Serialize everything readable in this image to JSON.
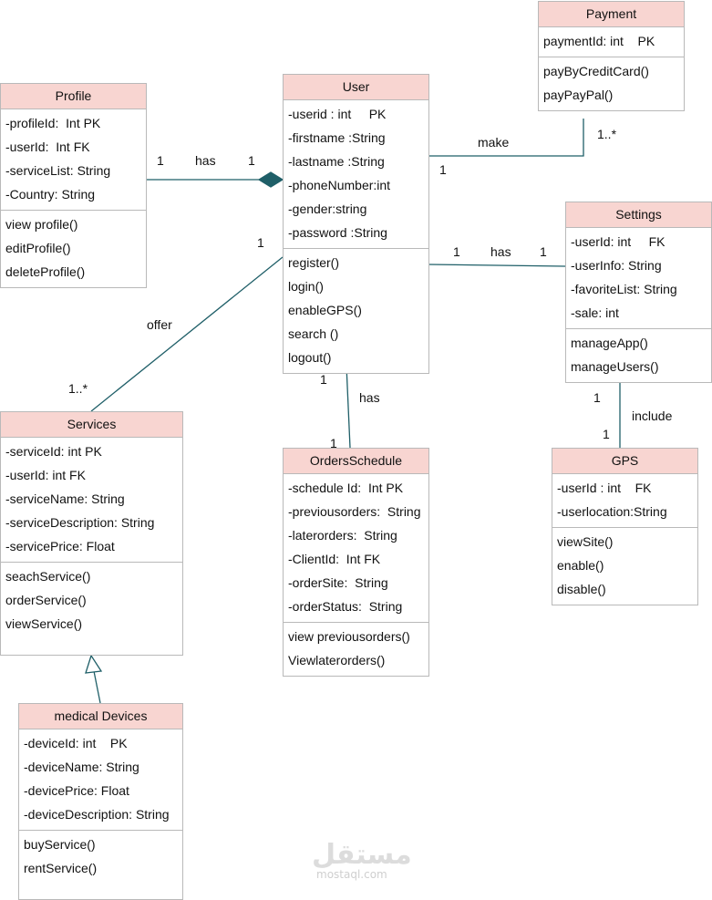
{
  "classes": {
    "user": {
      "name": "User",
      "attributes": [
        "-userid : int     PK",
        "-firstname :String",
        "-lastname :String",
        "-phoneNumber:int",
        "-gender:string",
        "-password :String"
      ],
      "methods": [
        "register()",
        "login()",
        "enableGPS()",
        "search ()",
        "logout()"
      ]
    },
    "profile": {
      "name": "Profile",
      "attributes": [
        "-profileId:  Int PK",
        "-userId:  Int FK",
        "-serviceList: String",
        "-Country: String"
      ],
      "methods": [
        "view profile()",
        "editProfile()",
        "deleteProfile()"
      ]
    },
    "payment": {
      "name": "Payment",
      "attributes": [
        "paymentId: int    PK"
      ],
      "methods": [
        "payByCreditCard()",
        "payPayPal()"
      ]
    },
    "settings": {
      "name": "Settings",
      "attributes": [
        "-userId: int     FK",
        "-userInfo: String",
        "-favoriteList: String",
        "-sale: int"
      ],
      "methods": [
        "manageApp()",
        "manageUsers()"
      ]
    },
    "services": {
      "name": "Services",
      "attributes": [
        "-serviceId: int PK",
        "-userId: int FK",
        "-serviceName: String",
        "-serviceDescription: String",
        "-servicePrice: Float"
      ],
      "methods": [
        "seachService()",
        "orderService()",
        "viewService()"
      ]
    },
    "orders": {
      "name": "OrdersSchedule",
      "attributes": [
        "-schedule Id:  Int PK",
        "-previousorders:  String",
        "-laterorders:  String",
        "-ClientId:  Int FK",
        "-orderSite:  String",
        "-orderStatus:  String"
      ],
      "methods": [
        "view previousorders()",
        "Viewlaterorders()"
      ]
    },
    "gps": {
      "name": "GPS",
      "attributes": [
        "-userId : int    FK",
        "-userlocation:String"
      ],
      "methods": [
        "viewSite()",
        "enable()",
        "disable()"
      ]
    },
    "medical": {
      "name": "medical Devices",
      "attributes": [
        "-deviceId: int    PK",
        "-deviceName: String",
        "-devicePrice: Float",
        "-deviceDescription: String"
      ],
      "methods": [
        "buyService()",
        "rentService()"
      ]
    }
  },
  "relations": {
    "profile_user": {
      "label": "has",
      "m1": "1",
      "m2": "1"
    },
    "user_payment": {
      "label": "make",
      "m1": "1",
      "m2": "1..*"
    },
    "user_settings": {
      "label": "has",
      "m1": "1",
      "m2": "1"
    },
    "user_services": {
      "label": "offer",
      "m1": "1",
      "m2": "1..*"
    },
    "user_orders": {
      "label": "has",
      "m1": "1",
      "m2": "1"
    },
    "settings_gps": {
      "label": "include",
      "m1": "1",
      "m2": "1"
    }
  },
  "watermark": {
    "arabic": "مستقل",
    "latin": "mostaql.com"
  },
  "colors": {
    "header": "#f8d5d1",
    "line": "#1f5f68",
    "border": "#b9b9b9"
  }
}
